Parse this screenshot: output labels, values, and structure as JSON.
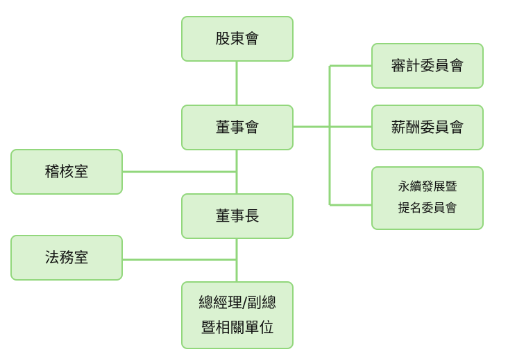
{
  "org_chart": {
    "nodes": {
      "shareholders": {
        "label": "股東會"
      },
      "board": {
        "label": "董事會"
      },
      "chairman": {
        "label": "董事長"
      },
      "general_manager": {
        "lines": [
          "總經理/副總",
          "暨相關單位"
        ]
      },
      "audit_office": {
        "label": "稽核室"
      },
      "legal_office": {
        "label": "法務室"
      },
      "audit_committee": {
        "label": "審計委員會"
      },
      "compensation_committee": {
        "label": "薪酬委員會"
      },
      "sustainability_committee": {
        "lines": [
          "永續發展暨",
          "提名委員會"
        ]
      }
    },
    "edges": [
      [
        "shareholders",
        "board"
      ],
      [
        "board",
        "chairman"
      ],
      [
        "chairman",
        "general_manager"
      ],
      [
        "board",
        "audit_office"
      ],
      [
        "chairman",
        "legal_office"
      ],
      [
        "board",
        "audit_committee"
      ],
      [
        "board",
        "compensation_committee"
      ],
      [
        "board",
        "sustainability_committee"
      ]
    ],
    "colors": {
      "box_fill": "#daf2d1",
      "box_border": "#92d77c",
      "connector": "#92d77c",
      "text": "#111111"
    }
  }
}
